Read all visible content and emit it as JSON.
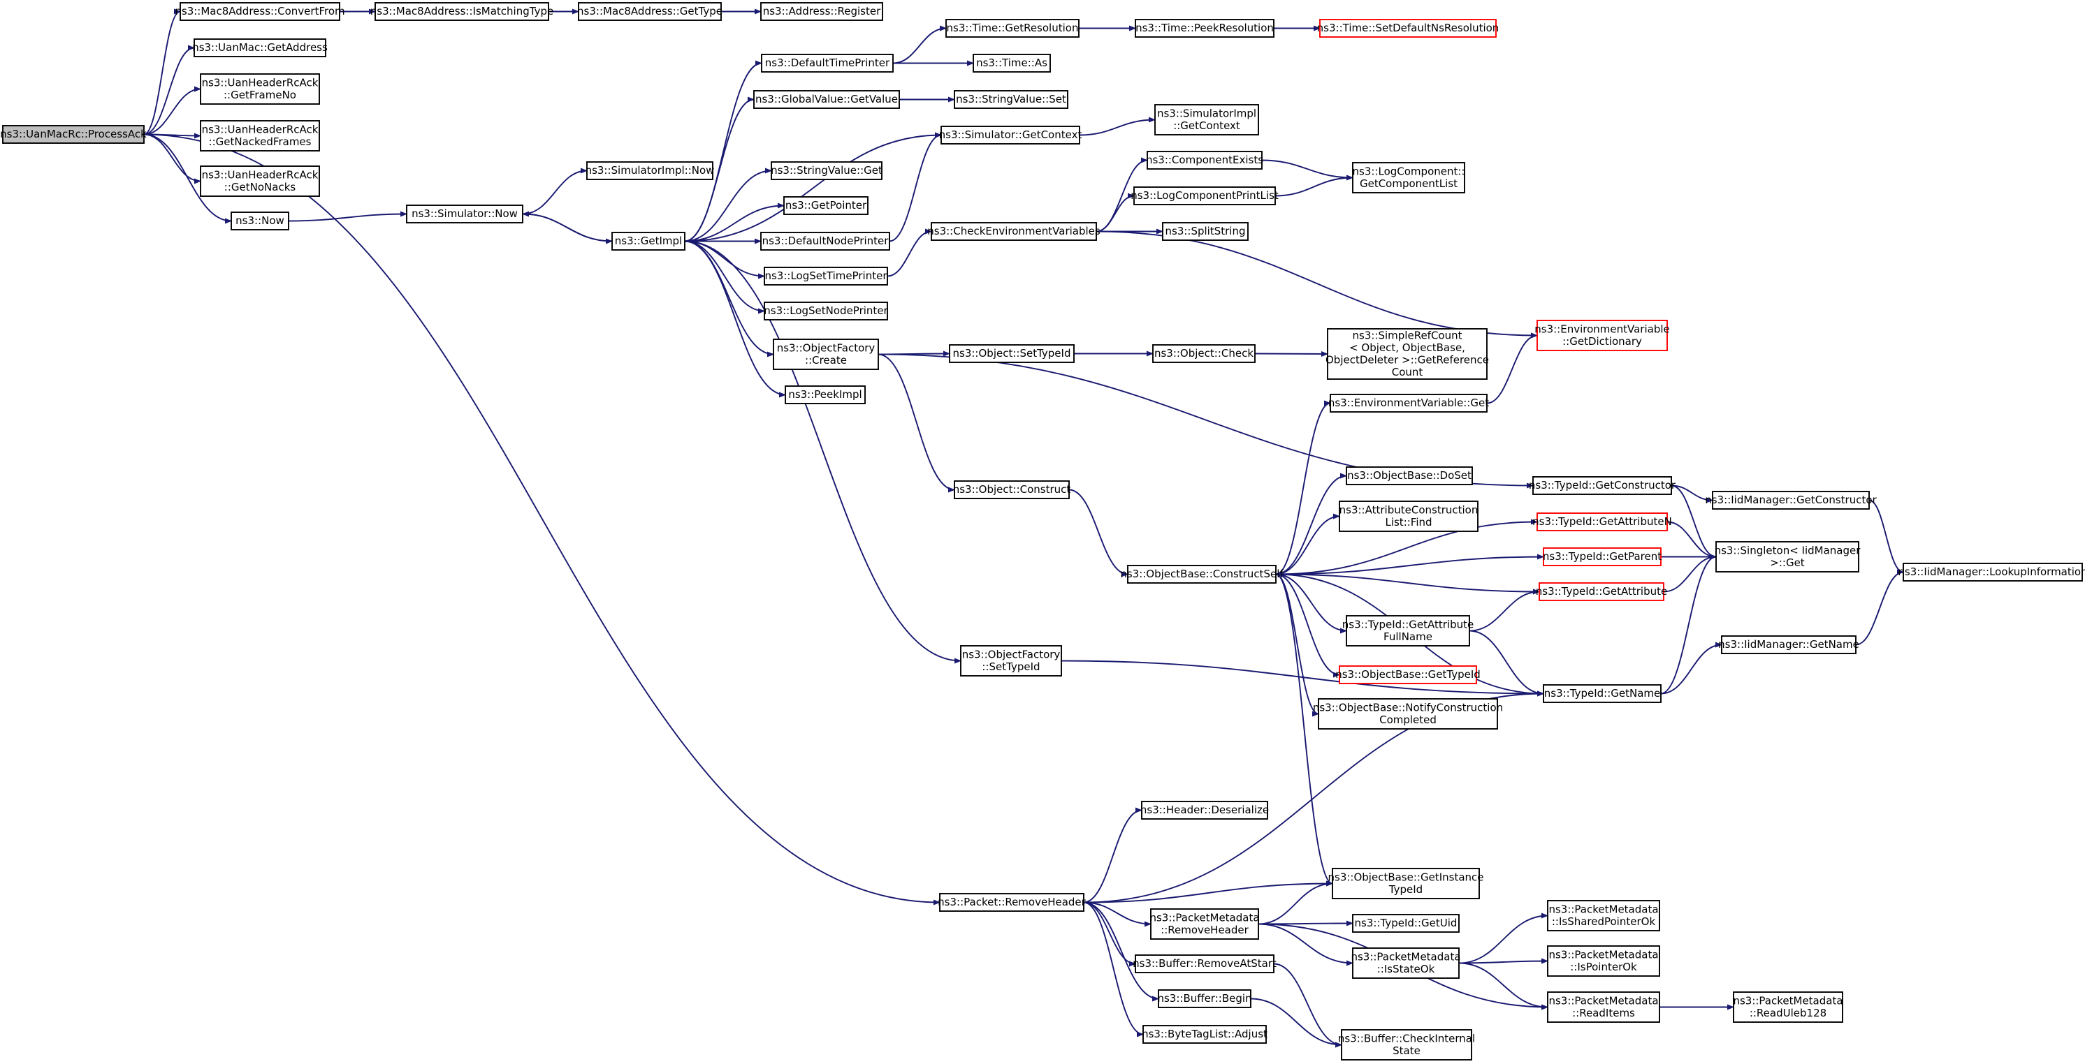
{
  "graph": {
    "colors": {
      "edge": "#191970",
      "node_border": "#000000",
      "truncated_border": "#ff0000",
      "root_fill": "#bfbfbf",
      "node_fill": "#ffffff"
    },
    "nodes": [
      {
        "id": "processack",
        "lines": [
          "ns3::UanMacRc::ProcessAck"
        ],
        "style": "root"
      },
      {
        "id": "mac8convertfrom",
        "lines": [
          "ns3::Mac8Address::ConvertFrom"
        ]
      },
      {
        "id": "mac8ismatchingtype",
        "lines": [
          "ns3::Mac8Address::IsMatchingType"
        ]
      },
      {
        "id": "mac8gettype",
        "lines": [
          "ns3::Mac8Address::GetType"
        ]
      },
      {
        "id": "addressregister",
        "lines": [
          "ns3::Address::Register"
        ]
      },
      {
        "id": "uanmacgetaddress",
        "lines": [
          "ns3::UanMac::GetAddress"
        ]
      },
      {
        "id": "getframeno",
        "lines": [
          "ns3::UanHeaderRcAck",
          "::GetFrameNo"
        ]
      },
      {
        "id": "getnackedframes",
        "lines": [
          "ns3::UanHeaderRcAck",
          "::GetNackedFrames"
        ]
      },
      {
        "id": "getnonacks",
        "lines": [
          "ns3::UanHeaderRcAck",
          "::GetNoNacks"
        ]
      },
      {
        "id": "now",
        "lines": [
          "ns3::Now"
        ]
      },
      {
        "id": "simnow",
        "lines": [
          "ns3::Simulator::Now"
        ]
      },
      {
        "id": "simimplnow",
        "lines": [
          "ns3::SimulatorImpl::Now"
        ]
      },
      {
        "id": "getimpl",
        "lines": [
          "ns3::GetImpl"
        ]
      },
      {
        "id": "defaulttimeprinter",
        "lines": [
          "ns3::DefaultTimePrinter"
        ]
      },
      {
        "id": "timegetresolution",
        "lines": [
          "ns3::Time::GetResolution"
        ]
      },
      {
        "id": "timepeekresolution",
        "lines": [
          "ns3::Time::PeekResolution"
        ]
      },
      {
        "id": "setdefaultns",
        "lines": [
          "ns3::Time::SetDefaultNsResolution"
        ],
        "style": "truncated"
      },
      {
        "id": "timeas",
        "lines": [
          "ns3::Time::As"
        ]
      },
      {
        "id": "globalvalueget",
        "lines": [
          "ns3::GlobalValue::GetValue"
        ]
      },
      {
        "id": "stringvalueset",
        "lines": [
          "ns3::StringValue::Set"
        ]
      },
      {
        "id": "simgetcontext",
        "lines": [
          "ns3::Simulator::GetContext"
        ]
      },
      {
        "id": "simimplgetcontext",
        "lines": [
          "ns3::SimulatorImpl",
          "::GetContext"
        ]
      },
      {
        "id": "stringvalueget",
        "lines": [
          "ns3::StringValue::Get"
        ]
      },
      {
        "id": "getpointer",
        "lines": [
          "ns3::GetPointer"
        ]
      },
      {
        "id": "defaultnodeprinter",
        "lines": [
          "ns3::DefaultNodePrinter"
        ]
      },
      {
        "id": "logsettimeprinter",
        "lines": [
          "ns3::LogSetTimePrinter"
        ]
      },
      {
        "id": "logsetnodeprinter",
        "lines": [
          "ns3::LogSetNodePrinter"
        ]
      },
      {
        "id": "objfactorycreate",
        "lines": [
          "ns3::ObjectFactory",
          "::Create"
        ]
      },
      {
        "id": "peekimpl",
        "lines": [
          "ns3::PeekImpl"
        ]
      },
      {
        "id": "objfactorysettypeid",
        "lines": [
          "ns3::ObjectFactory",
          "::SetTypeId"
        ]
      },
      {
        "id": "checkenv",
        "lines": [
          "ns3::CheckEnvironmentVariables"
        ]
      },
      {
        "id": "componentexists",
        "lines": [
          "ns3::ComponentExists"
        ]
      },
      {
        "id": "logcomponentprintlist",
        "lines": [
          "ns3::LogComponentPrintList"
        ]
      },
      {
        "id": "getcomponentlist",
        "lines": [
          "ns3::LogComponent::",
          "GetComponentList"
        ]
      },
      {
        "id": "splitstring",
        "lines": [
          "ns3::SplitString"
        ]
      },
      {
        "id": "envgetdictionary",
        "lines": [
          "ns3::EnvironmentVariable",
          "::GetDictionary"
        ],
        "style": "truncated"
      },
      {
        "id": "objectsettypeid",
        "lines": [
          "ns3::Object::SetTypeId"
        ]
      },
      {
        "id": "objectcheck",
        "lines": [
          "ns3::Object::Check"
        ]
      },
      {
        "id": "simplerefcount",
        "lines": [
          "ns3::SimpleRefCount",
          "< Object, ObjectBase,",
          "ObjectDeleter >::GetReference",
          "Count"
        ]
      },
      {
        "id": "envget",
        "lines": [
          "ns3::EnvironmentVariable::Get"
        ]
      },
      {
        "id": "objectconstruct",
        "lines": [
          "ns3::Object::Construct"
        ]
      },
      {
        "id": "objectbasedoset",
        "lines": [
          "ns3::ObjectBase::DoSet"
        ]
      },
      {
        "id": "attrconstrfind",
        "lines": [
          "ns3::AttributeConstruction",
          "List::Find"
        ]
      },
      {
        "id": "constructself",
        "lines": [
          "ns3::ObjectBase::ConstructSelf"
        ]
      },
      {
        "id": "getattrfullname",
        "lines": [
          "ns3::TypeId::GetAttribute",
          "FullName"
        ]
      },
      {
        "id": "objectbasegettypeid",
        "lines": [
          "ns3::ObjectBase::GetTypeId"
        ],
        "style": "truncated"
      },
      {
        "id": "notifyconstruction",
        "lines": [
          "ns3::ObjectBase::NotifyConstruction",
          "Completed"
        ]
      },
      {
        "id": "typeidgetconstructor",
        "lines": [
          "ns3::TypeId::GetConstructor"
        ]
      },
      {
        "id": "typeidgetattributen",
        "lines": [
          "ns3::TypeId::GetAttributeN"
        ],
        "style": "truncated"
      },
      {
        "id": "typeidgetparent",
        "lines": [
          "ns3::TypeId::GetParent"
        ],
        "style": "truncated"
      },
      {
        "id": "typeidgetattribute",
        "lines": [
          "ns3::TypeId::GetAttribute"
        ],
        "style": "truncated"
      },
      {
        "id": "typeidgetname",
        "lines": [
          "ns3::TypeId::GetName"
        ]
      },
      {
        "id": "iidgetconstructor",
        "lines": [
          "ns3::IidManager::GetConstructor"
        ]
      },
      {
        "id": "singletonget",
        "lines": [
          "ns3::Singleton< IidManager",
          ">::Get"
        ]
      },
      {
        "id": "iidgetname",
        "lines": [
          "ns3::IidManager::GetName"
        ]
      },
      {
        "id": "iidlookup",
        "lines": [
          "ns3::IidManager::LookupInformation"
        ]
      },
      {
        "id": "removeheader",
        "lines": [
          "ns3::Packet::RemoveHeader"
        ]
      },
      {
        "id": "headerdeserialize",
        "lines": [
          "ns3::Header::Deserialize"
        ]
      },
      {
        "id": "getinstancetypeid",
        "lines": [
          "ns3::ObjectBase::GetInstance",
          "TypeId"
        ]
      },
      {
        "id": "pmremoveheader",
        "lines": [
          "ns3::PacketMetadata",
          "::RemoveHeader"
        ]
      },
      {
        "id": "typeidgetuid",
        "lines": [
          "ns3::TypeId::GetUid"
        ]
      },
      {
        "id": "bufferremoveatstart",
        "lines": [
          "ns3::Buffer::RemoveAtStart"
        ]
      },
      {
        "id": "bufferbegin",
        "lines": [
          "ns3::Buffer::Begin"
        ]
      },
      {
        "id": "bytetaglistadjust",
        "lines": [
          "ns3::ByteTagList::Adjust"
        ]
      },
      {
        "id": "pmisstateok",
        "lines": [
          "ns3::PacketMetadata",
          "::IsStateOk"
        ]
      },
      {
        "id": "bufferchecknternal",
        "lines": [
          "ns3::Buffer::CheckInternal",
          "State"
        ]
      },
      {
        "id": "pmissharedpointerok",
        "lines": [
          "ns3::PacketMetadata",
          "::IsSharedPointerOk"
        ]
      },
      {
        "id": "pmispointerok",
        "lines": [
          "ns3::PacketMetadata",
          "::IsPointerOk"
        ]
      },
      {
        "id": "pmreaditems",
        "lines": [
          "ns3::PacketMetadata",
          "::ReadItems"
        ]
      },
      {
        "id": "pmreaduleb128",
        "lines": [
          "ns3::PacketMetadata",
          "::ReadUleb128"
        ]
      }
    ],
    "edges": [
      [
        "processack",
        "mac8convertfrom"
      ],
      [
        "processack",
        "uanmacgetaddress"
      ],
      [
        "processack",
        "getframeno"
      ],
      [
        "processack",
        "getnackedframes"
      ],
      [
        "processack",
        "getnonacks"
      ],
      [
        "processack",
        "now"
      ],
      [
        "processack",
        "removeheader"
      ],
      [
        "mac8convertfrom",
        "mac8ismatchingtype"
      ],
      [
        "mac8ismatchingtype",
        "mac8gettype"
      ],
      [
        "mac8gettype",
        "addressregister"
      ],
      [
        "now",
        "simnow"
      ],
      [
        "simnow",
        "simimplnow"
      ],
      [
        "simnow",
        "getimpl"
      ],
      [
        "getimpl",
        "defaulttimeprinter"
      ],
      [
        "getimpl",
        "globalvalueget"
      ],
      [
        "getimpl",
        "simgetcontext"
      ],
      [
        "getimpl",
        "stringvalueget"
      ],
      [
        "getimpl",
        "getpointer"
      ],
      [
        "getimpl",
        "defaultnodeprinter"
      ],
      [
        "getimpl",
        "logsettimeprinter"
      ],
      [
        "getimpl",
        "logsetnodeprinter"
      ],
      [
        "getimpl",
        "objfactorycreate"
      ],
      [
        "getimpl",
        "peekimpl"
      ],
      [
        "getimpl",
        "objfactorysettypeid"
      ],
      [
        "getimpl",
        "simnow"
      ],
      [
        "defaulttimeprinter",
        "timegetresolution"
      ],
      [
        "defaulttimeprinter",
        "timeas"
      ],
      [
        "timegetresolution",
        "timepeekresolution"
      ],
      [
        "timepeekresolution",
        "setdefaultns"
      ],
      [
        "globalvalueget",
        "stringvalueset"
      ],
      [
        "simgetcontext",
        "simimplgetcontext"
      ],
      [
        "defaultnodeprinter",
        "simgetcontext"
      ],
      [
        "logsettimeprinter",
        "checkenv"
      ],
      [
        "checkenv",
        "componentexists"
      ],
      [
        "checkenv",
        "logcomponentprintlist"
      ],
      [
        "checkenv",
        "splitstring"
      ],
      [
        "checkenv",
        "envgetdictionary"
      ],
      [
        "componentexists",
        "getcomponentlist"
      ],
      [
        "logcomponentprintlist",
        "getcomponentlist"
      ],
      [
        "objfactorycreate",
        "typeidgetconstructor"
      ],
      [
        "objfactorycreate",
        "objectsettypeid"
      ],
      [
        "objfactorycreate",
        "objectconstruct"
      ],
      [
        "objectsettypeid",
        "objectcheck"
      ],
      [
        "objectcheck",
        "simplerefcount"
      ],
      [
        "envget",
        "envgetdictionary"
      ],
      [
        "objectconstruct",
        "constructself"
      ],
      [
        "constructself",
        "envget"
      ],
      [
        "constructself",
        "typeidgetattributen"
      ],
      [
        "constructself",
        "objectbasedoset"
      ],
      [
        "constructself",
        "attrconstrfind"
      ],
      [
        "constructself",
        "typeidgetparent"
      ],
      [
        "constructself",
        "typeidgetattribute"
      ],
      [
        "constructself",
        "getattrfullname"
      ],
      [
        "constructself",
        "objectbasegettypeid"
      ],
      [
        "constructself",
        "notifyconstruction"
      ],
      [
        "constructself",
        "typeidgetname"
      ],
      [
        "constructself",
        "getinstancetypeid"
      ],
      [
        "getattrfullname",
        "typeidgetattribute"
      ],
      [
        "getattrfullname",
        "typeidgetname"
      ],
      [
        "typeidgetconstructor",
        "iidgetconstructor"
      ],
      [
        "typeidgetconstructor",
        "singletonget"
      ],
      [
        "typeidgetattributen",
        "singletonget"
      ],
      [
        "typeidgetparent",
        "singletonget"
      ],
      [
        "typeidgetattribute",
        "singletonget"
      ],
      [
        "typeidgetname",
        "singletonget"
      ],
      [
        "typeidgetname",
        "iidgetname"
      ],
      [
        "iidgetconstructor",
        "iidlookup"
      ],
      [
        "iidgetname",
        "iidlookup"
      ],
      [
        "objfactorysettypeid",
        "typeidgetname"
      ],
      [
        "removeheader",
        "headerdeserialize"
      ],
      [
        "removeheader",
        "typeidgetname"
      ],
      [
        "removeheader",
        "getinstancetypeid"
      ],
      [
        "removeheader",
        "pmremoveheader"
      ],
      [
        "removeheader",
        "bufferremoveatstart"
      ],
      [
        "removeheader",
        "bufferbegin"
      ],
      [
        "removeheader",
        "bytetaglistadjust"
      ],
      [
        "pmremoveheader",
        "getinstancetypeid"
      ],
      [
        "pmremoveheader",
        "typeidgetuid"
      ],
      [
        "pmremoveheader",
        "pmisstateok"
      ],
      [
        "pmremoveheader",
        "pmreaditems"
      ],
      [
        "bufferremoveatstart",
        "bufferchecknternal"
      ],
      [
        "bufferbegin",
        "bufferchecknternal"
      ],
      [
        "pmisstateok",
        "pmissharedpointerok"
      ],
      [
        "pmisstateok",
        "pmispointerok"
      ],
      [
        "pmisstateok",
        "pmreaditems"
      ],
      [
        "pmreaditems",
        "pmreaduleb128"
      ]
    ]
  }
}
